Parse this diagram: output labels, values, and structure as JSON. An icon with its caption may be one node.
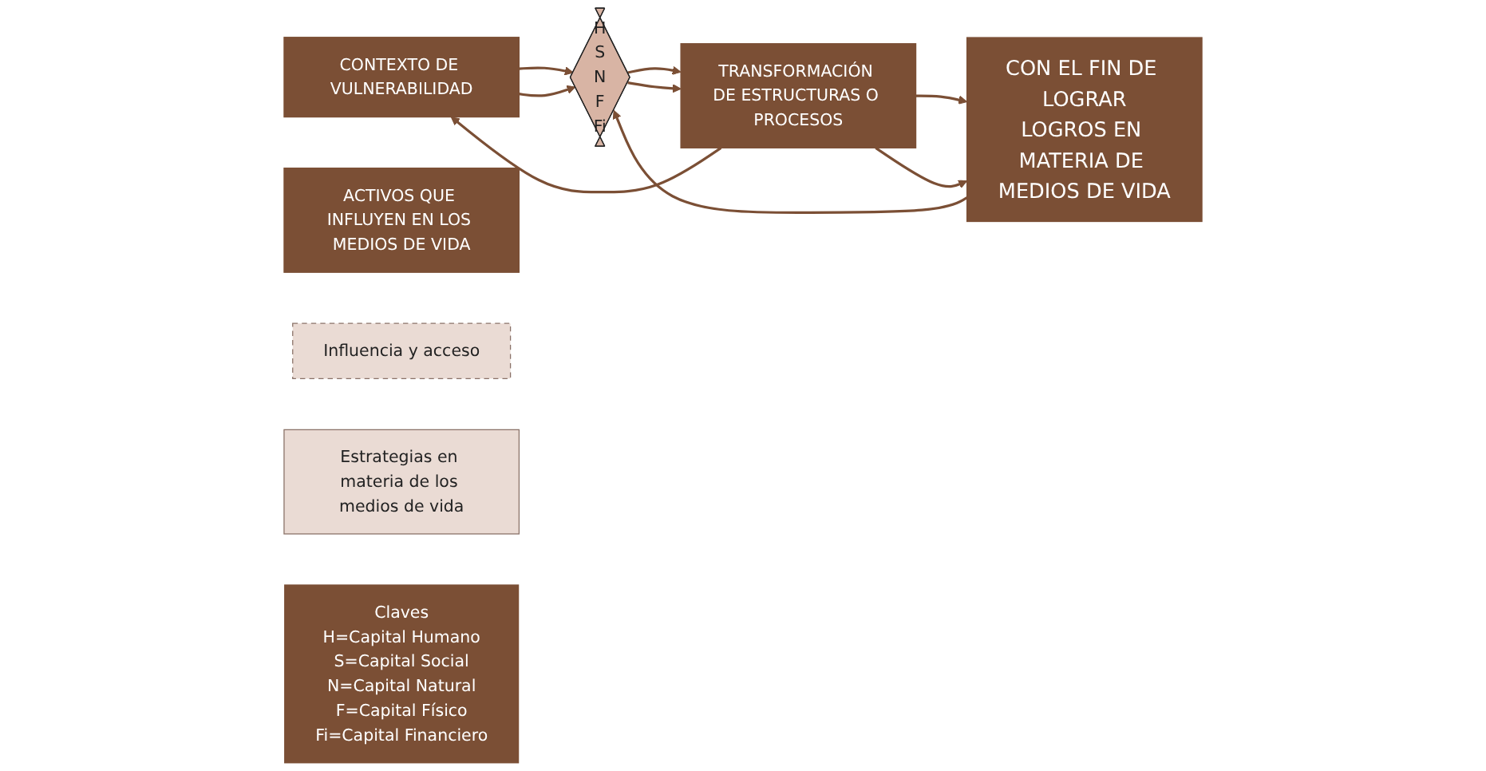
{
  "diagram": {
    "nodes": [
      {
        "text": [
          "CONTEXTO DE VULNERABILIDAD"
        ]
      },
      {
        "text": [
          "ACTIVOS QUE INFLUYEN EN LOS MEDIOS DE VIDA"
        ]
      },
      {
        "text": [
          "H",
          "S",
          "N",
          "F",
          "Fi"
        ]
      },
      {
        "text": [
          "Influencia y acceso"
        ]
      },
      {
        "text": [
          "TRANSFORMACIÓN DE ESTRUCTURAS O PROCESOS"
        ]
      },
      {
        "text": [
          "Estrategias en materia de los medios de vida"
        ]
      },
      {
        "text": [
          "CON EL FIN DE LOGRAR",
          "LOGROS EN MATERIA DE MEDIOS DE VIDA"
        ]
      },
      {
        "text": [
          "Claves",
          "H=Capital Humano",
          "S=Capital Social",
          "N=Capital Natural",
          "F=Capital Físico",
          "Fi=Capital Financiero"
        ]
      }
    ],
    "edges": [
      {
        "from": 0,
        "to": 2,
        "arrow": "to"
      },
      {
        "from": 0,
        "to": 2,
        "arrow": "to"
      },
      {
        "from": 2,
        "to": 4,
        "arrow": "to"
      },
      {
        "from": 2,
        "to": 4,
        "arrow": "to"
      },
      {
        "from": 4,
        "to": 6,
        "arrow": "to"
      },
      {
        "from": 4,
        "to": 6,
        "arrow": "to"
      },
      {
        "from": 4,
        "to": 0,
        "arrow": "to"
      },
      {
        "from": 6,
        "to": 2,
        "arrow": "to"
      }
    ]
  }
}
